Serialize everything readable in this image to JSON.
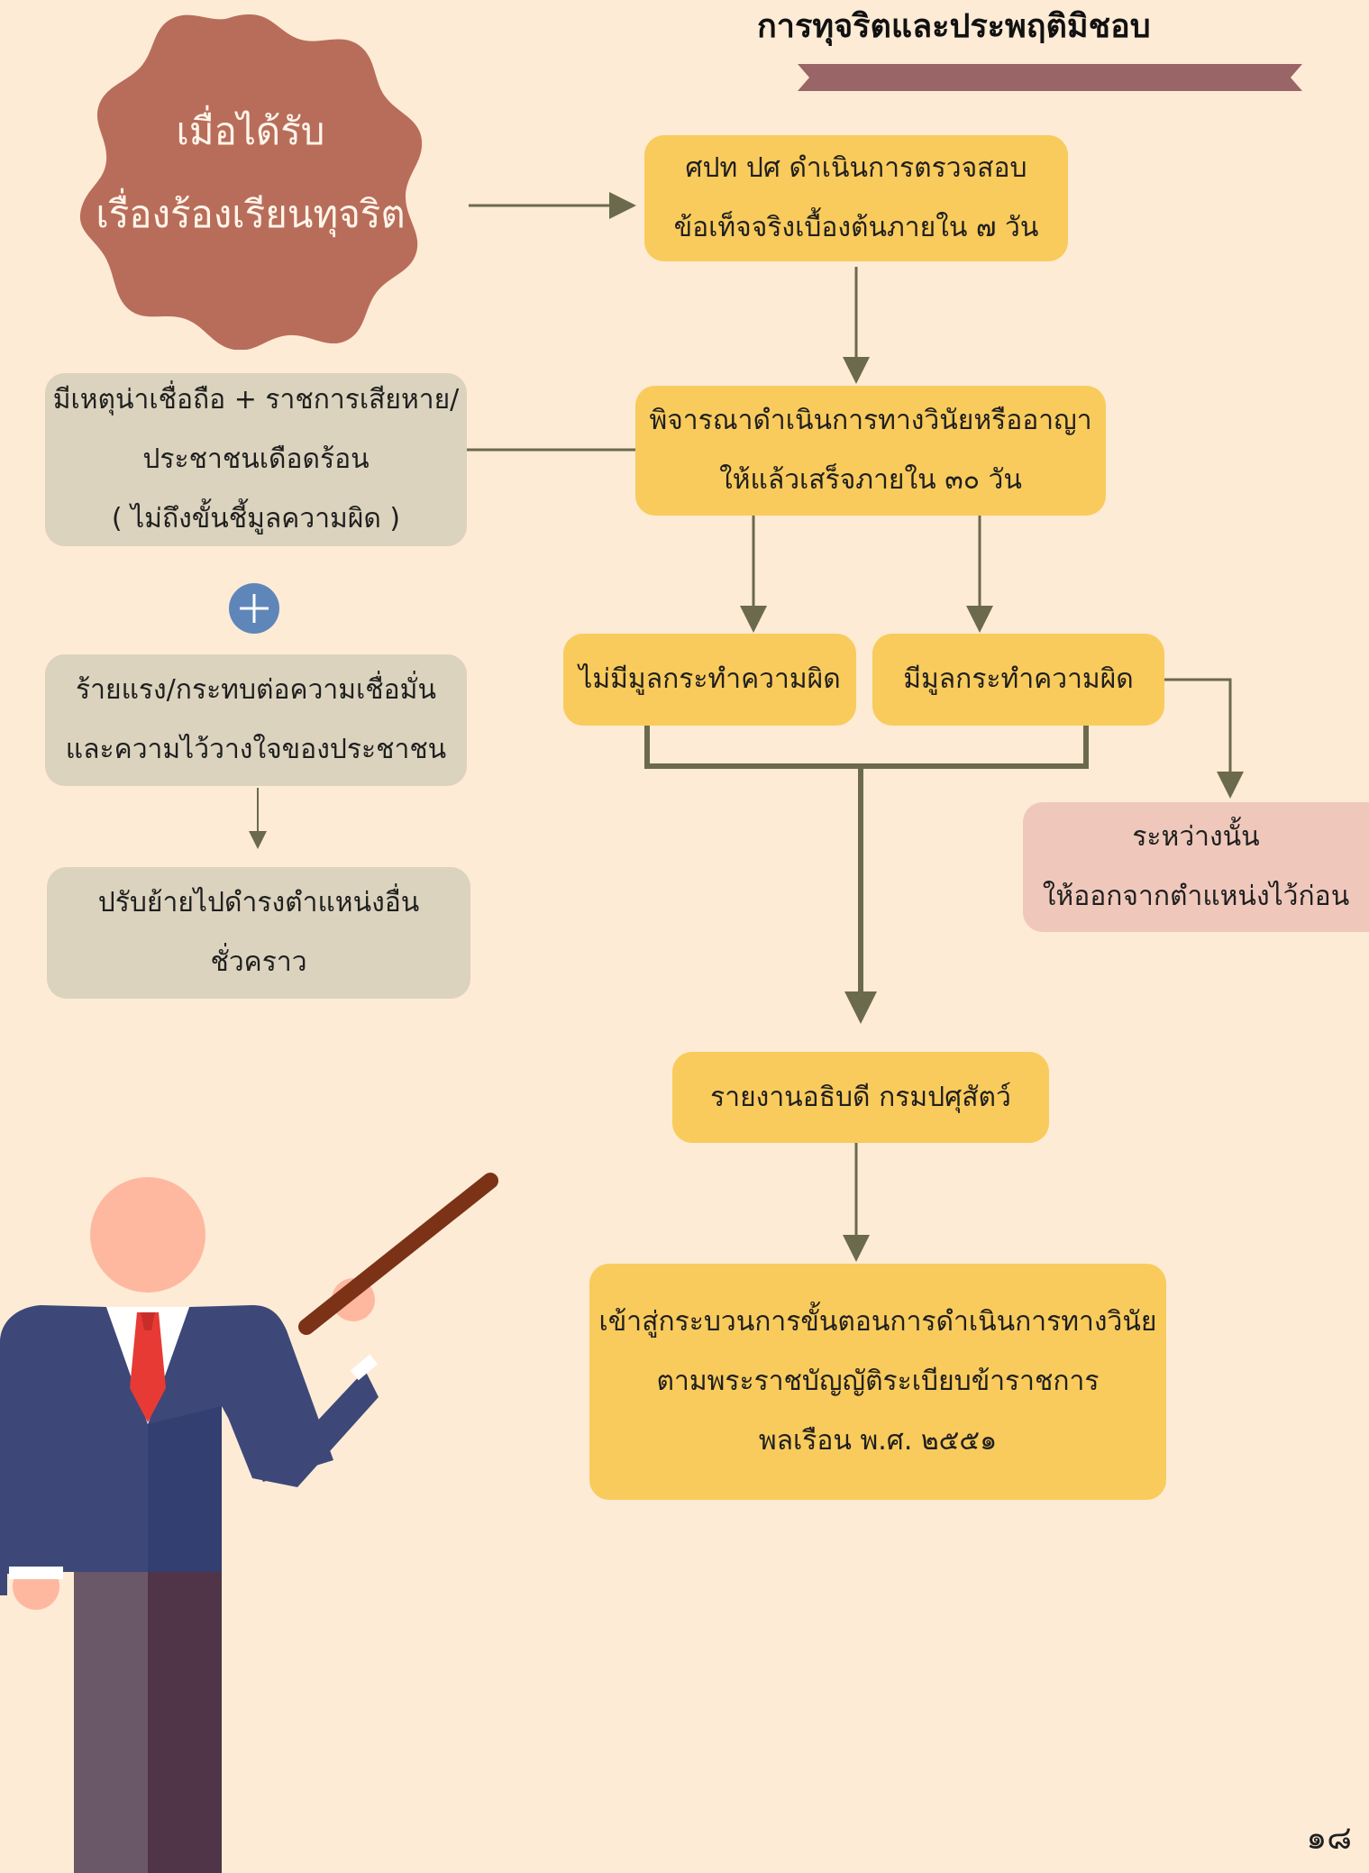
{
  "title": "การทุจริตและประพฤติมิชอบ",
  "start": {
    "lines": [
      "เมื่อได้รับ",
      "เรื่องร้องเรียนทุจริต"
    ]
  },
  "steps": {
    "check": [
      "ศปท ปศ ดำเนินการตรวจสอบ",
      "ข้อเท็จจริงเบื้องต้นภายใน ๗ วัน"
    ],
    "consider": [
      "พิจารณาดำเนินการทางวินัยหรืออาญา",
      "ให้แล้วเสร็จภายใน ๓๐ วัน"
    ],
    "no_grounds": "ไม่มีมูลกระทำความผิด",
    "has_grounds": "มีมูลกระทำความผิด",
    "meanwhile": [
      "ระหว่างนั้น",
      "ให้ออกจากตำแหน่งไว้ก่อน"
    ],
    "report": "รายงานอธิบดี กรมปศุสัตว์",
    "process": [
      "เข้าสู่กระบวนการขั้นตอนการดำเนินการทางวินัย",
      "ตามพระราชบัญญัติระเบียบข้าราชการ",
      "พลเรือน พ.ศ. ๒๕๕๑"
    ]
  },
  "conditions": {
    "credible": [
      "มีเหตุน่าเชื่อถือ + ราชการเสียหาย/",
      "ประชาชนเดือดร้อน",
      "( ไม่ถึงขั้นชี้มูลความผิด )"
    ],
    "severe": [
      "ร้ายแรง/กระทบต่อความเชื่อมั่น",
      "และความไว้วางใจของประชาชน"
    ],
    "transfer": [
      "ปรับย้ายไปดำรงตำแหน่งอื่น",
      "ชั่วคราว"
    ]
  },
  "page_number": "๑๘",
  "colors": {
    "background": "#fdebd5",
    "yellow_box": "#f9cb5c",
    "grey_box": "#dbd3be",
    "pink_box": "#efc8bb",
    "flower": "#b86d5a",
    "ribbon": "#9a6566",
    "arrow": "#6b6a4c",
    "plus": "#5e86b9"
  }
}
